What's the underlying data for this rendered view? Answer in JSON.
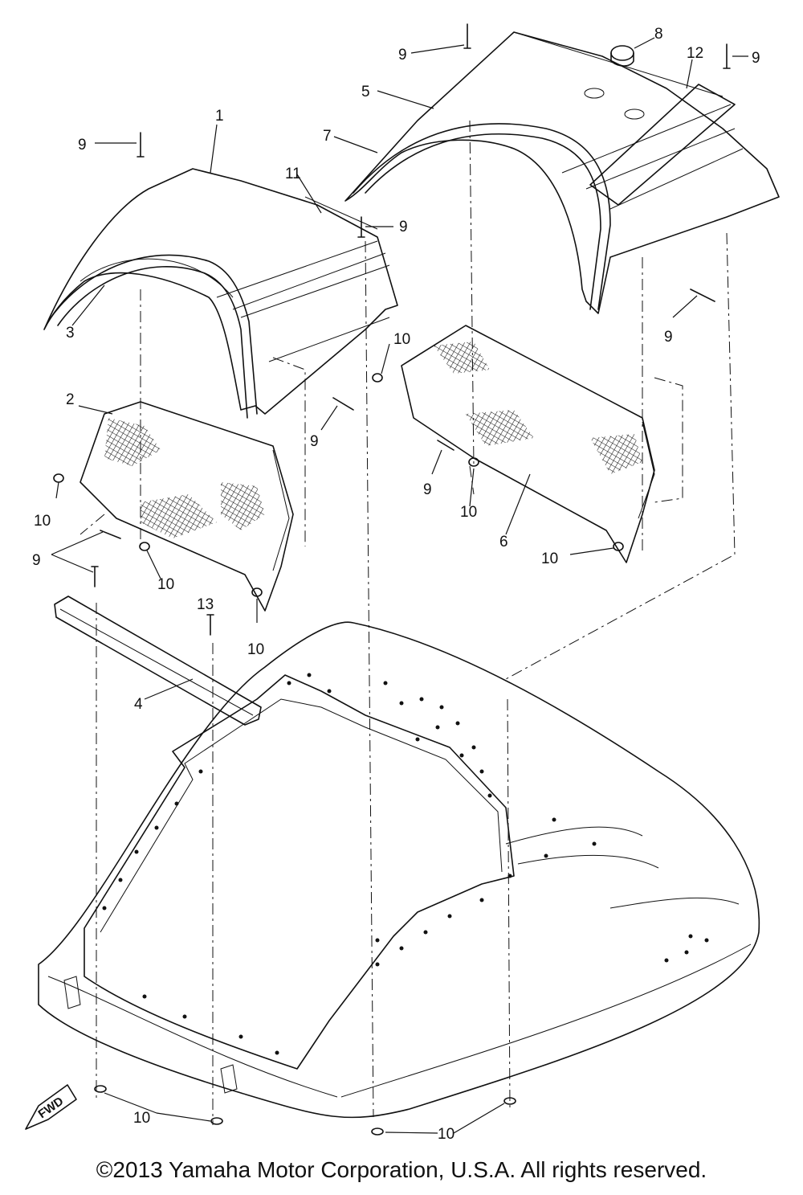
{
  "callouts": {
    "c1": "1",
    "c2": "2",
    "c3": "3",
    "c4": "4",
    "c5": "5",
    "c6": "6",
    "c7": "7",
    "c8": "8",
    "c11": "11",
    "c12": "12",
    "c13": "13",
    "nine": "9",
    "ten": "10"
  },
  "fwd_label": "FWD",
  "copyright": "©2013 Yamaha Motor Corporation, U.S.A. All rights reserved."
}
